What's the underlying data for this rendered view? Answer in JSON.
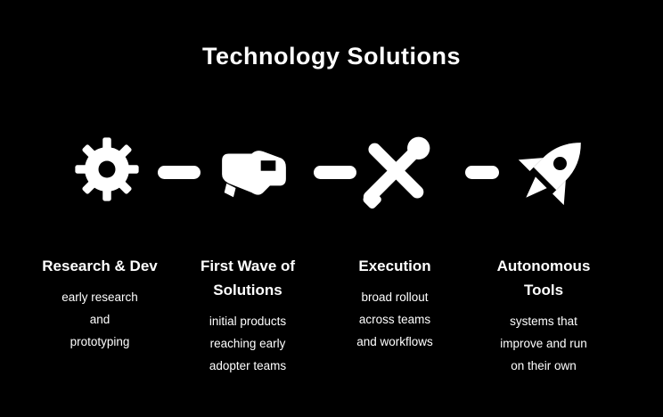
{
  "title": "Technology Solutions",
  "colors": {
    "background": "#000000",
    "foreground": "#ffffff"
  },
  "steps": [
    {
      "icon": "gear-icon",
      "heading_lines": [
        "Research & Dev"
      ],
      "body_lines": [
        "early research",
        "and",
        "prototyping"
      ]
    },
    {
      "icon": "handshake-icon",
      "heading_lines": [
        "First Wave of",
        "Solutions"
      ],
      "body_lines": [
        "initial products",
        "reaching early",
        "adopter teams"
      ]
    },
    {
      "icon": "crossed-tools-icon",
      "heading_lines": [
        "Execution"
      ],
      "body_lines": [
        "broad rollout",
        "across teams",
        "and workflows"
      ]
    },
    {
      "icon": "rocket-icon",
      "heading_lines": [
        "Autonomous",
        "Tools"
      ],
      "body_lines": [
        "systems that",
        "improve and run",
        "on their own"
      ]
    }
  ]
}
